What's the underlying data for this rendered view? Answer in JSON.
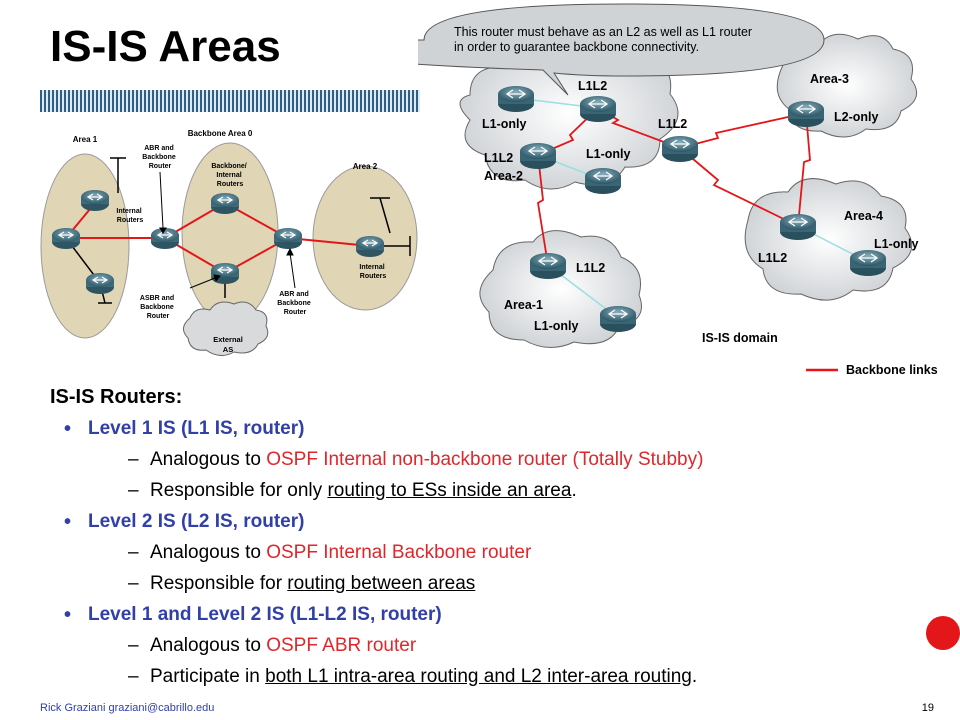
{
  "slide": {
    "title": "IS-IS Areas",
    "footer": "Rick Graziani  graziani@cabrillo.edu",
    "page_number": "19"
  },
  "ospf_diagram": {
    "labels": {
      "area1": "Area 1",
      "backbone_area0": "Backbone Area 0",
      "area2": "Area 2",
      "abr_top": [
        "ABR and",
        "Backbone",
        "Router"
      ],
      "backbone_internal": [
        "Backbone/",
        "Internal",
        "Routers"
      ],
      "internal_routers_left": [
        "Internal",
        "Routers"
      ],
      "internal_routers_right": [
        "Internal",
        "Routers"
      ],
      "asbr": [
        "ASBR and",
        "Backbone",
        "Router"
      ],
      "abr_bottom": [
        "ABR and",
        "Backbone",
        "Router"
      ],
      "external_as": [
        "External",
        "AS"
      ]
    }
  },
  "isis_diagram": {
    "callout": [
      "This router must behave as an L2 as well as L1 router",
      "in order to guarantee backbone connectivity."
    ],
    "labels": {
      "l1l2_top": "L1L2",
      "l1_only_left": "L1-only",
      "l1l2_right": "L1L2",
      "l1l2_area2": "L1L2",
      "area2": "Area-2",
      "l1_only_mid": "L1-only",
      "area3": "Area-3",
      "l2_only": "L2-only",
      "area4": "Area-4",
      "l1_only_area4": "L1-only",
      "l1l2_area4": "L1L2",
      "l1l2_area1": "L1L2",
      "area1": "Area-1",
      "l1_only_area1": "L1-only",
      "domain": "IS-IS domain",
      "legend": "Backbone links"
    },
    "colors": {
      "backbone_link": "#e3161a",
      "cloud": "#dde0e2"
    }
  },
  "content": {
    "heading": "IS-IS Routers:",
    "items": [
      {
        "label": "Level 1 IS (L1 IS, router)",
        "subs": [
          {
            "prefix": "Analogous to ",
            "highlight": "OSPF Internal non-backbone router (Totally Stubby)",
            "suffix": "",
            "underline": ""
          },
          {
            "prefix": "Responsible for only ",
            "highlight": "",
            "underline": "routing to ESs inside an area",
            "suffix": "."
          }
        ]
      },
      {
        "label": "Level 2 IS (L2 IS, router)",
        "subs": [
          {
            "prefix": "Analogous to ",
            "highlight": "OSPF Internal Backbone router",
            "suffix": "",
            "underline": ""
          },
          {
            "prefix": "Responsible for ",
            "highlight": "",
            "underline": "routing between areas",
            "suffix": ""
          }
        ]
      },
      {
        "label": "Level 1 and Level 2 IS (L1-L2 IS, router)",
        "subs": [
          {
            "prefix": "Analogous to ",
            "highlight": "OSPF ABR router",
            "suffix": "",
            "underline": ""
          },
          {
            "prefix": "Participate in ",
            "highlight": "",
            "underline": "both L1 intra-area routing and L2 inter-area routing",
            "suffix": "."
          }
        ]
      }
    ]
  }
}
